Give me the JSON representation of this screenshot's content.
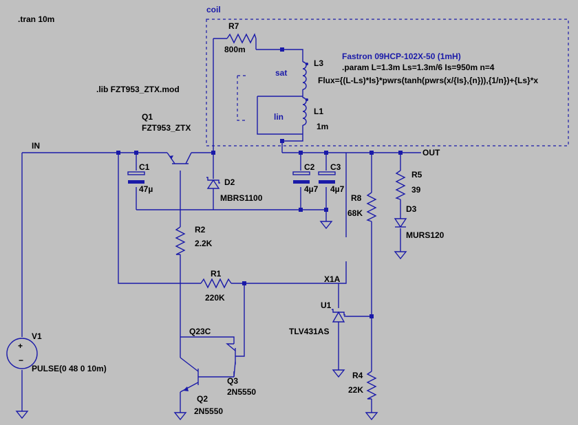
{
  "colors": {
    "background": "#c0c0c0",
    "wire": "#1a1aa8",
    "text": "#000000"
  },
  "directives": {
    "tran": ".tran 10m",
    "lib": ".lib FZT953_ZTX.mod"
  },
  "coil_block": {
    "title": "coil",
    "part_name": "Fastron 09HCP-102X-50 (1mH)",
    "param": ".param L=1.3m Ls=1.3m/6 Is=950m n=4",
    "flux": "Flux={(L-Ls)*Is}*pwrs(tanh(pwrs(x/{Is},{n})),{1/n})+{Ls}*x",
    "sat_label": "sat",
    "lin_label": "lin"
  },
  "nets": {
    "in": "IN",
    "out": "OUT",
    "x1a": "X1A",
    "q23c": "Q23C"
  },
  "components": {
    "R7": {
      "ref": "R7",
      "value": "800m"
    },
    "L3": {
      "ref": "L3"
    },
    "L1": {
      "ref": "L1",
      "value": "1m"
    },
    "Q1": {
      "ref": "Q1",
      "value": "FZT953_ZTX"
    },
    "C1": {
      "ref": "C1",
      "value": "47µ"
    },
    "D2": {
      "ref": "D2",
      "value": "MBRS1100"
    },
    "C2": {
      "ref": "C2",
      "value": "4µ7"
    },
    "C3": {
      "ref": "C3",
      "value": "4µ7"
    },
    "R5": {
      "ref": "R5",
      "value": "39"
    },
    "D3": {
      "ref": "D3",
      "value": "MURS120"
    },
    "R8": {
      "ref": "R8",
      "value": "68K"
    },
    "R2": {
      "ref": "R2",
      "value": "2.2K"
    },
    "R1": {
      "ref": "R1",
      "value": "220K"
    },
    "U1": {
      "ref": "U1",
      "value": "TLV431AS"
    },
    "V1": {
      "ref": "V1",
      "value": "PULSE(0 48 0 10m)",
      "plus": "+",
      "minus": "−"
    },
    "Q3": {
      "ref": "Q3",
      "value": "2N5550"
    },
    "Q2": {
      "ref": "Q2",
      "value": "2N5550"
    },
    "R4": {
      "ref": "R4",
      "value": "22K"
    }
  }
}
